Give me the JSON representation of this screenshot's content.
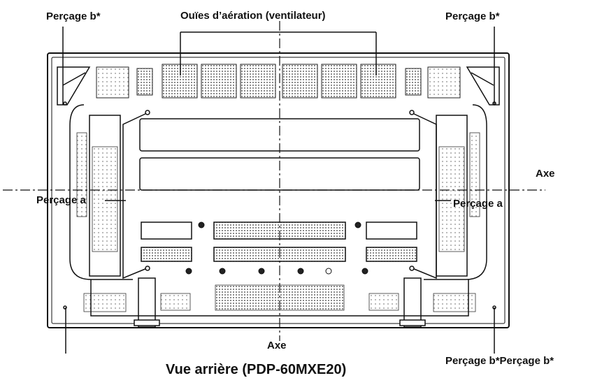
{
  "labels": {
    "top_left_drill": "Perçage b*",
    "top_center_vents": "Ouïes d’aération (ventilateur)",
    "top_right_drill": "Perçage b*",
    "axis_horizontal": "Axe",
    "left_drill": "Perçage a",
    "right_drill": "Perçage a",
    "axis_vertical": "Axe",
    "bottom_drills": "Perçage b*Perçage b*",
    "caption": "Vue arrière (PDP-60MXE20)"
  },
  "colors": {
    "line": "#111111",
    "hatch": "#777777",
    "background": "#ffffff"
  }
}
